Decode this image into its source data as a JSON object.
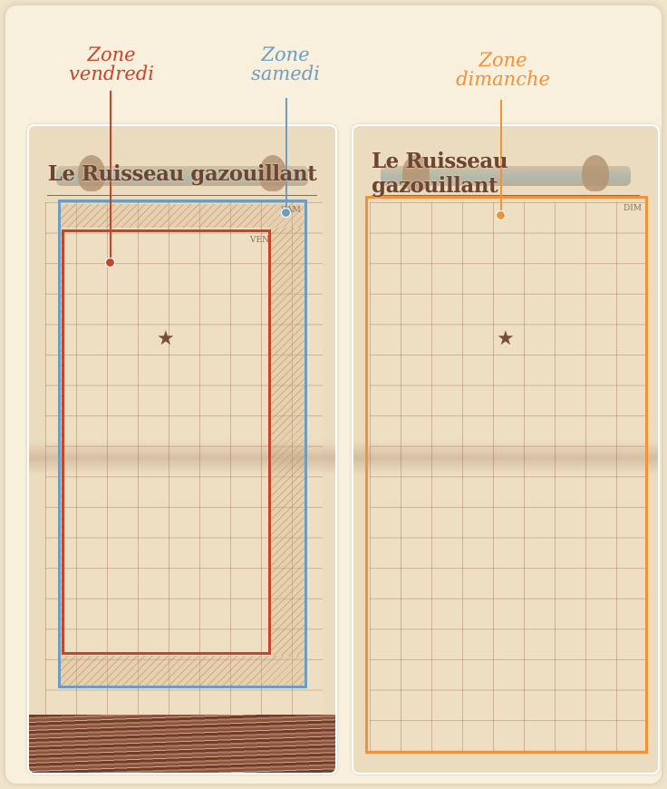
{
  "labels": {
    "vendredi": {
      "line1": "Zone",
      "line2": "vendredi"
    },
    "samedi": {
      "line1": "Zone",
      "line2": "samedi"
    },
    "dimanche": {
      "line1": "Zone",
      "line2": "dimanche"
    }
  },
  "newspaper": {
    "title": "Le Ruisseau gazouillant"
  },
  "left_card": {
    "corner_sam": "SAM",
    "corner_ven": "VEN"
  },
  "right_card": {
    "corner_dim": "DIM"
  },
  "colors": {
    "vendredi": "#c5452a",
    "samedi": "#6d9ec1",
    "dimanche": "#f0923a"
  },
  "icons": {
    "center_marker": "star-icon"
  }
}
